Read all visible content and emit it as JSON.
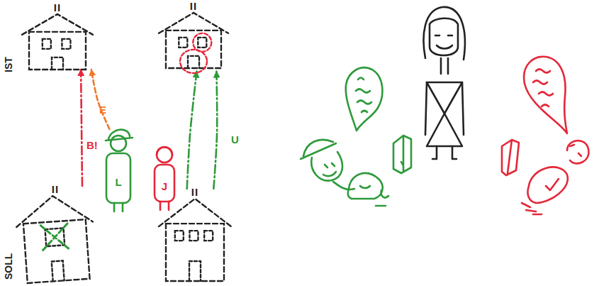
{
  "diagram": {
    "nodes": [
      {
        "text": [
          "II"
        ]
      },
      {
        "text": [
          "II"
        ]
      },
      {
        "text": [
          "L"
        ]
      },
      {
        "text": [
          "J"
        ]
      },
      {
        "text": [
          "II"
        ]
      },
      {
        "text": [
          "II"
        ]
      }
    ],
    "edges": [
      {
        "from": 4,
        "to": 0,
        "label": "B!",
        "arrow": "to"
      },
      {
        "from": 2,
        "to": 0,
        "label": "E",
        "arrow": "to"
      },
      {
        "from": 5,
        "to": 1,
        "arrow": "to"
      },
      {
        "from": 5,
        "to": 1,
        "label": "U",
        "arrow": "to"
      }
    ],
    "labels": [
      "IST",
      "SOLL"
    ]
  }
}
